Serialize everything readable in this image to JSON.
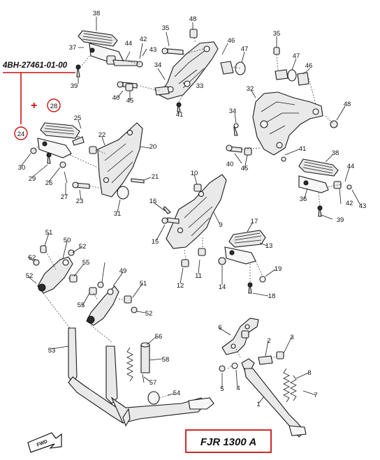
{
  "part_code": "4BH-27461-01-00",
  "model_label": "FJR 1300 A",
  "fwd_label": "FWD",
  "marker_symbol": "+",
  "colors": {
    "highlight": "#cc1111",
    "ink": "#1a1a1a",
    "background": "#ffffff"
  },
  "callouts": [
    {
      "id": "c38a",
      "text": "38"
    },
    {
      "id": "c37a",
      "text": "37"
    },
    {
      "id": "c42a",
      "text": "42"
    },
    {
      "id": "c44a",
      "text": "44"
    },
    {
      "id": "c43a",
      "text": "43"
    },
    {
      "id": "c39a",
      "text": "39"
    },
    {
      "id": "c35a",
      "text": "35"
    },
    {
      "id": "c48a",
      "text": "48"
    },
    {
      "id": "c46a",
      "text": "46"
    },
    {
      "id": "c47a",
      "text": "47"
    },
    {
      "id": "c34a",
      "text": "34"
    },
    {
      "id": "c33",
      "text": "33"
    },
    {
      "id": "c40a",
      "text": "40"
    },
    {
      "id": "c45a",
      "text": "45"
    },
    {
      "id": "c41a",
      "text": "41"
    },
    {
      "id": "c35b",
      "text": "35"
    },
    {
      "id": "c47b",
      "text": "47"
    },
    {
      "id": "c46b",
      "text": "46"
    },
    {
      "id": "c32",
      "text": "32"
    },
    {
      "id": "c48b",
      "text": "48"
    },
    {
      "id": "c34b",
      "text": "34"
    },
    {
      "id": "c28",
      "text": "28"
    },
    {
      "id": "c25",
      "text": "25"
    },
    {
      "id": "c24",
      "text": "24"
    },
    {
      "id": "c22",
      "text": "22"
    },
    {
      "id": "c20",
      "text": "20"
    },
    {
      "id": "c30",
      "text": "30"
    },
    {
      "id": "c29",
      "text": "29"
    },
    {
      "id": "c26",
      "text": "26"
    },
    {
      "id": "c27",
      "text": "27"
    },
    {
      "id": "c23",
      "text": "23"
    },
    {
      "id": "c21",
      "text": "21"
    },
    {
      "id": "c31",
      "text": "31"
    },
    {
      "id": "c40b",
      "text": "40"
    },
    {
      "id": "c45b",
      "text": "45"
    },
    {
      "id": "c41b",
      "text": "41"
    },
    {
      "id": "c38b",
      "text": "38"
    },
    {
      "id": "c44b",
      "text": "44"
    },
    {
      "id": "c36",
      "text": "36"
    },
    {
      "id": "c42b",
      "text": "42"
    },
    {
      "id": "c43b",
      "text": "43"
    },
    {
      "id": "c39b",
      "text": "39"
    },
    {
      "id": "c10",
      "text": "10"
    },
    {
      "id": "c16",
      "text": "16"
    },
    {
      "id": "c9",
      "text": "9"
    },
    {
      "id": "c15",
      "text": "15"
    },
    {
      "id": "c17",
      "text": "17"
    },
    {
      "id": "c13",
      "text": "13"
    },
    {
      "id": "c11",
      "text": "11"
    },
    {
      "id": "c12",
      "text": "12"
    },
    {
      "id": "c14",
      "text": "14"
    },
    {
      "id": "c19",
      "text": "19"
    },
    {
      "id": "c18",
      "text": "18"
    },
    {
      "id": "c51a",
      "text": "51"
    },
    {
      "id": "c50",
      "text": "50"
    },
    {
      "id": "c52a",
      "text": "52"
    },
    {
      "id": "c55a",
      "text": "55"
    },
    {
      "id": "c52b",
      "text": "52"
    },
    {
      "id": "c52c",
      "text": "52"
    },
    {
      "id": "c49",
      "text": "49"
    },
    {
      "id": "c51b",
      "text": "51"
    },
    {
      "id": "c55b",
      "text": "55"
    },
    {
      "id": "c52d",
      "text": "52"
    },
    {
      "id": "c53",
      "text": "53"
    },
    {
      "id": "c56",
      "text": "56"
    },
    {
      "id": "c58",
      "text": "58"
    },
    {
      "id": "c57",
      "text": "57"
    },
    {
      "id": "c54",
      "text": "54"
    },
    {
      "id": "c6",
      "text": "6"
    },
    {
      "id": "c2",
      "text": "2"
    },
    {
      "id": "c3",
      "text": "3"
    },
    {
      "id": "c5",
      "text": "5"
    },
    {
      "id": "c4",
      "text": "4"
    },
    {
      "id": "c8",
      "text": "8"
    },
    {
      "id": "c7",
      "text": "7"
    },
    {
      "id": "c1",
      "text": "1"
    }
  ]
}
